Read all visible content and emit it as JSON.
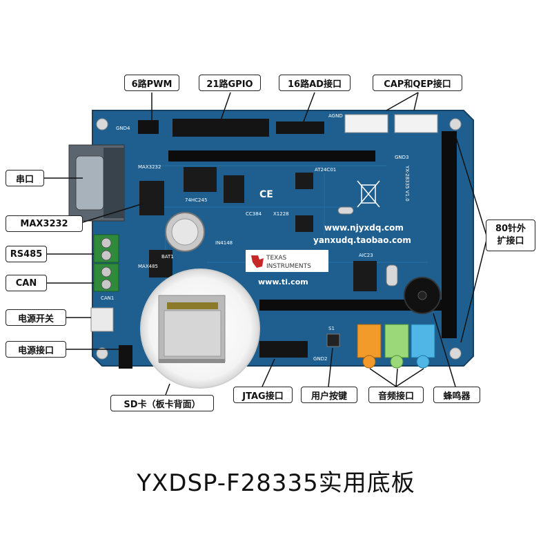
{
  "callouts": {
    "pwm": "6路PWM",
    "gpio": "21路GPIO",
    "ad": "16路AD接口",
    "cap": "CAP和QEP接口",
    "serial": "串口",
    "max3232": "MAX3232",
    "rs485": "RS485",
    "can": "CAN",
    "power_switch": "电源开关",
    "power_port": "电源接口",
    "sd": "SD卡（板卡背面）",
    "jtag": "JTAG接口",
    "user_key": "用户按键",
    "audio": "音频接口",
    "buzzer": "蜂鸣器",
    "ext_line1": "80针外",
    "ext_line2": "扩接口"
  },
  "board": {
    "website": "www.njyxdq.com",
    "shop": "yanxudq.taobao.com",
    "ti_line1": "TEXAS",
    "ti_line2": "INSTRUMENTS",
    "ti_site": "www.ti.com",
    "chip_max3232": "MAX3232",
    "chip_74hc245": "74HC245",
    "chip_at24c01": "AT24C01",
    "chip_aic23": "AIC23",
    "chip_max485": "MAX485",
    "label_agnd": "AGND",
    "label_gnd3": "GND3",
    "label_gnd4": "GND4",
    "label_gnd2": "GND2",
    "label_can1": "CAN1",
    "label_bat1": "BAT1",
    "label_in4148": "IN4148",
    "label_cc384": "CC384",
    "label_x1228": "X1228",
    "label_s1": "S1",
    "label_version": "YX-28335 V1.0",
    "ce_mark": "CE"
  },
  "title": "YXDSP-F28335实用底板"
}
